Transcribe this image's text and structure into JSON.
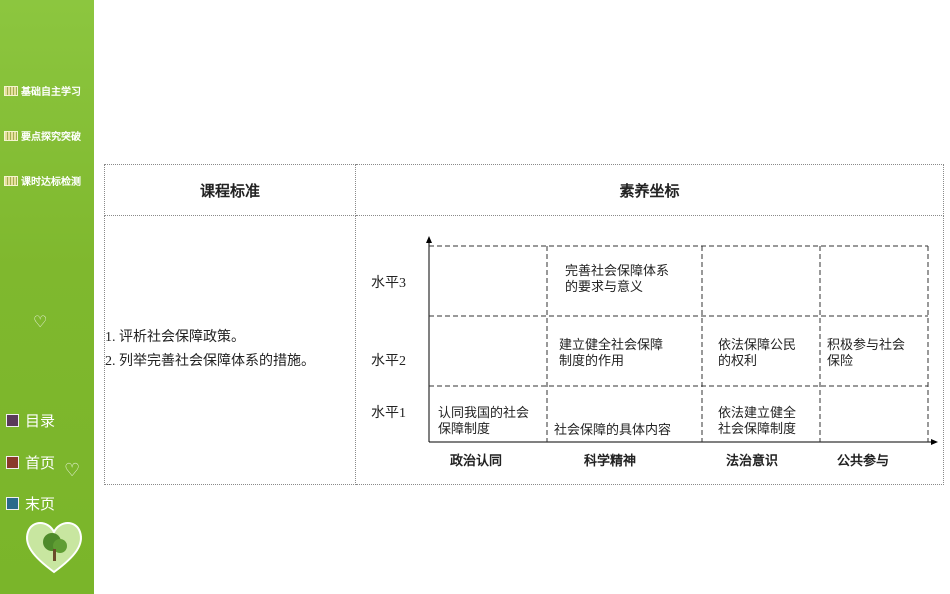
{
  "sidebar": {
    "links": [
      "基础自主学习",
      "要点探究突破",
      "课时达标检测"
    ],
    "nav": {
      "contents": "目录",
      "home": "首页",
      "end": "末页"
    }
  },
  "table": {
    "headers": [
      "课程标准",
      "素养坐标"
    ],
    "standards": [
      "1. 评析社会保障政策。",
      "2. 列举完善社会保障体系的措施。"
    ],
    "levels": [
      "水平3",
      "水平2",
      "水平1"
    ],
    "categories": [
      "政治认同",
      "科学精神",
      "法治意识",
      "公共参与"
    ],
    "cells": {
      "r3c2": [
        "完善社会保障体系",
        "的要求与意义"
      ],
      "r2c2": [
        "建立健全社会保障",
        "制度的作用"
      ],
      "r2c3": [
        "依法保障公民",
        "的权利"
      ],
      "r2c4": [
        "积极参与社会",
        "保险"
      ],
      "r1c1": [
        "认同我国的社会",
        "保障制度"
      ],
      "r1c2": [
        "社会保障的具体内容"
      ],
      "r1c3": [
        "依法建立健全",
        "社会保障制度"
      ]
    }
  },
  "colors": {
    "sidebar": "#7fb82e",
    "nav_contents": "#5a3a5a",
    "nav_home": "#8a3a2a",
    "nav_end": "#2a6a8a"
  }
}
